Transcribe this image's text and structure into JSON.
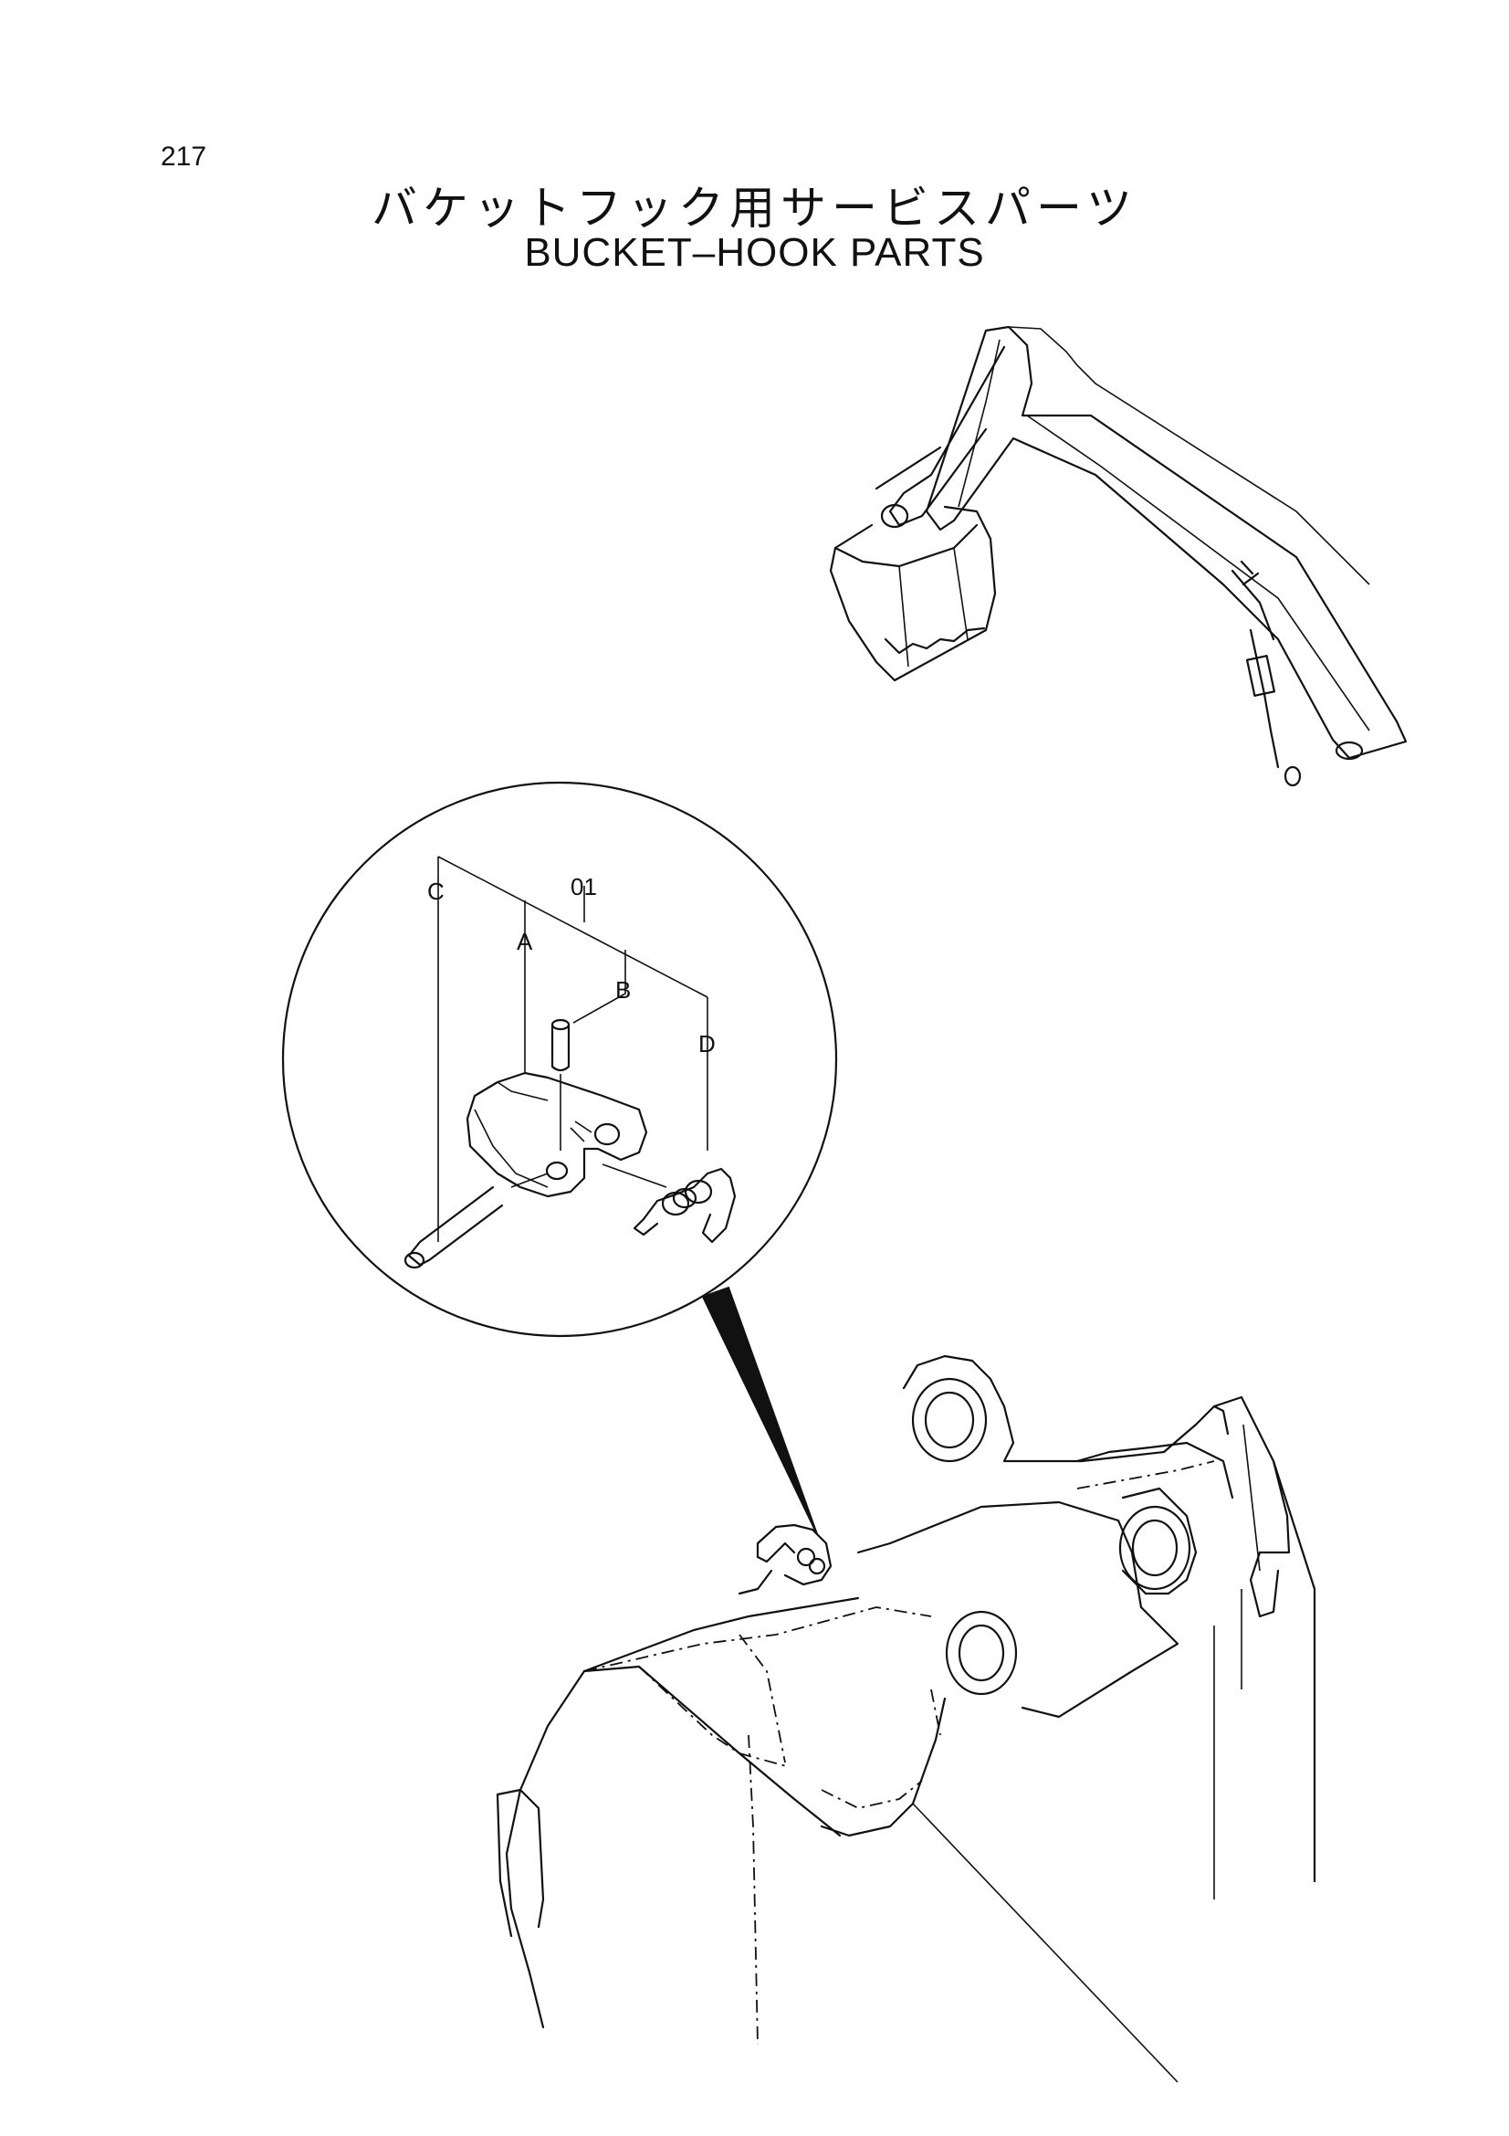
{
  "page": {
    "number": "217",
    "title_jp": "バケットフック用サービスパーツ",
    "title_en": "BUCKET–HOOK PARTS"
  },
  "callouts": {
    "group": "01",
    "a": "A",
    "b": "B",
    "c": "C",
    "d": "D"
  }
}
